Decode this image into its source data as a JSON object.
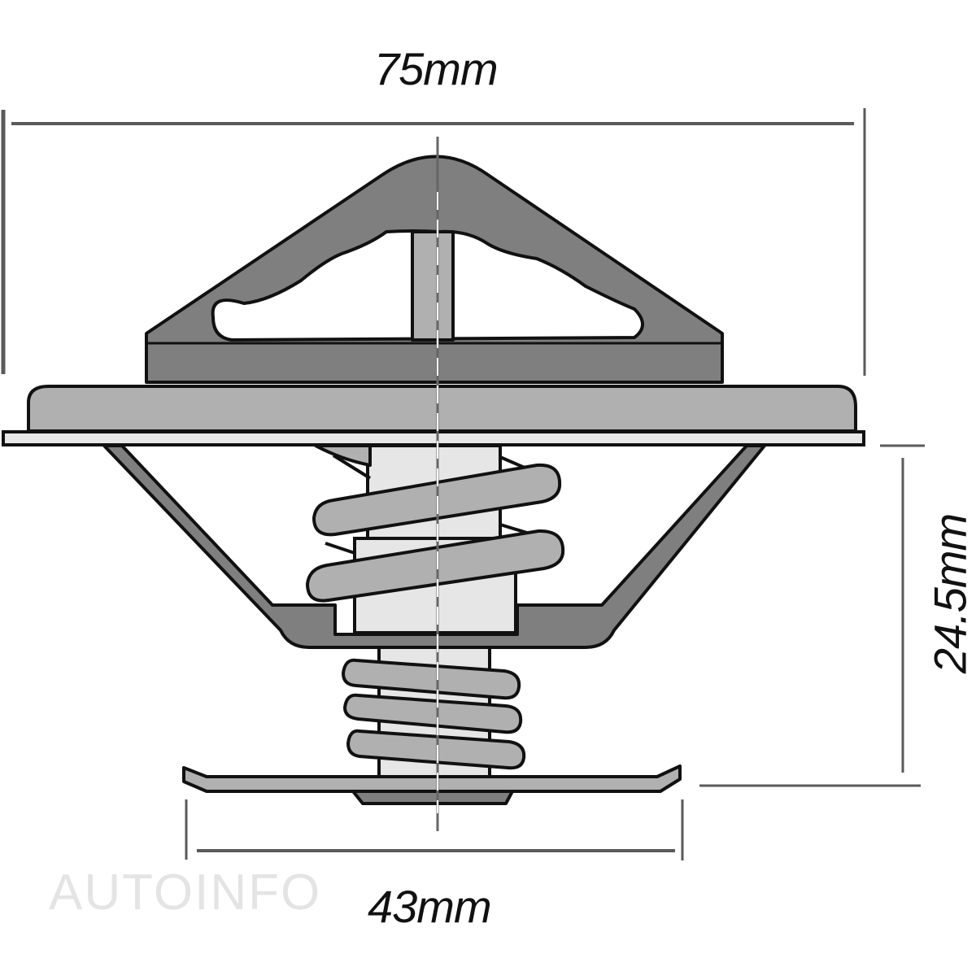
{
  "diagram": {
    "subject": "Thermostat technical drawing",
    "dimensions": {
      "overall_width": "75mm",
      "height": "24.5mm",
      "valve_diameter": "43mm"
    },
    "watermark": "AUTOINFO",
    "colors": {
      "dark_fill": "#7f7f7f",
      "mid_fill": "#b0b0b0",
      "light_fill": "#e6e6e6",
      "outline": "#111111",
      "dimension_line": "#555555",
      "background": "#ffffff"
    }
  }
}
